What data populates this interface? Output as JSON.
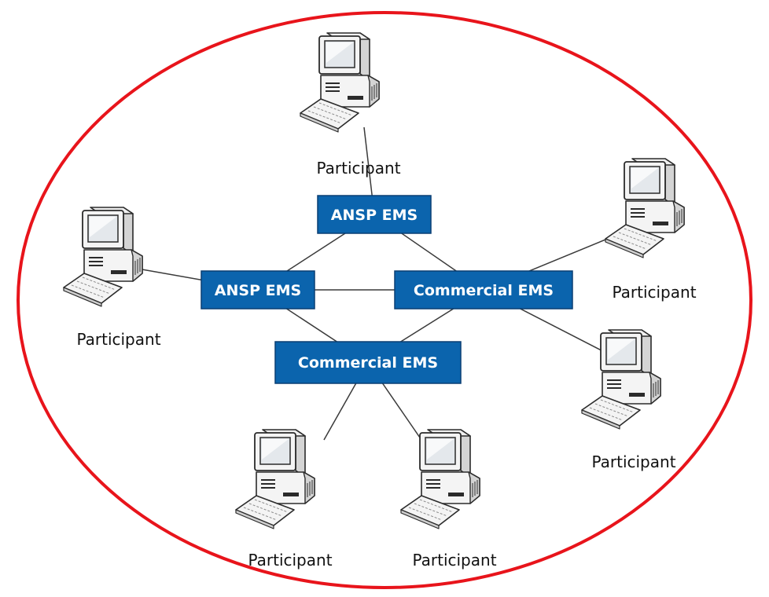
{
  "colors": {
    "boundary": "#e8141b",
    "node_fill": "#0b64ad",
    "node_border": "#0a3f73",
    "node_text": "#ffffff",
    "link": "#3a3a3a",
    "participant_text": "#111111"
  },
  "nodes": [
    {
      "id": "ansp-top",
      "label": "ANSP EMS"
    },
    {
      "id": "ansp-left",
      "label": "ANSP EMS"
    },
    {
      "id": "commercial-right",
      "label": "Commercial EMS"
    },
    {
      "id": "commercial-bottom",
      "label": "Commercial EMS"
    }
  ],
  "participants": [
    {
      "id": "p-top",
      "label": "Participant",
      "icon": "computer-icon"
    },
    {
      "id": "p-left",
      "label": "Participant",
      "icon": "computer-icon"
    },
    {
      "id": "p-right-upper",
      "label": "Participant",
      "icon": "computer-icon"
    },
    {
      "id": "p-right-lower",
      "label": "Participant",
      "icon": "computer-icon"
    },
    {
      "id": "p-bottom-left",
      "label": "Participant",
      "icon": "computer-icon"
    },
    {
      "id": "p-bottom-right",
      "label": "Participant",
      "icon": "computer-icon"
    }
  ],
  "links": [
    [
      "ansp-top",
      "ansp-left"
    ],
    [
      "ansp-top",
      "commercial-right"
    ],
    [
      "ansp-left",
      "commercial-right"
    ],
    [
      "ansp-left",
      "commercial-bottom"
    ],
    [
      "commercial-right",
      "commercial-bottom"
    ],
    [
      "ansp-top",
      "p-top"
    ],
    [
      "ansp-left",
      "p-left"
    ],
    [
      "commercial-right",
      "p-right-upper"
    ],
    [
      "commercial-right",
      "p-right-lower"
    ],
    [
      "commercial-bottom",
      "p-bottom-left"
    ],
    [
      "commercial-bottom",
      "p-bottom-right"
    ]
  ]
}
